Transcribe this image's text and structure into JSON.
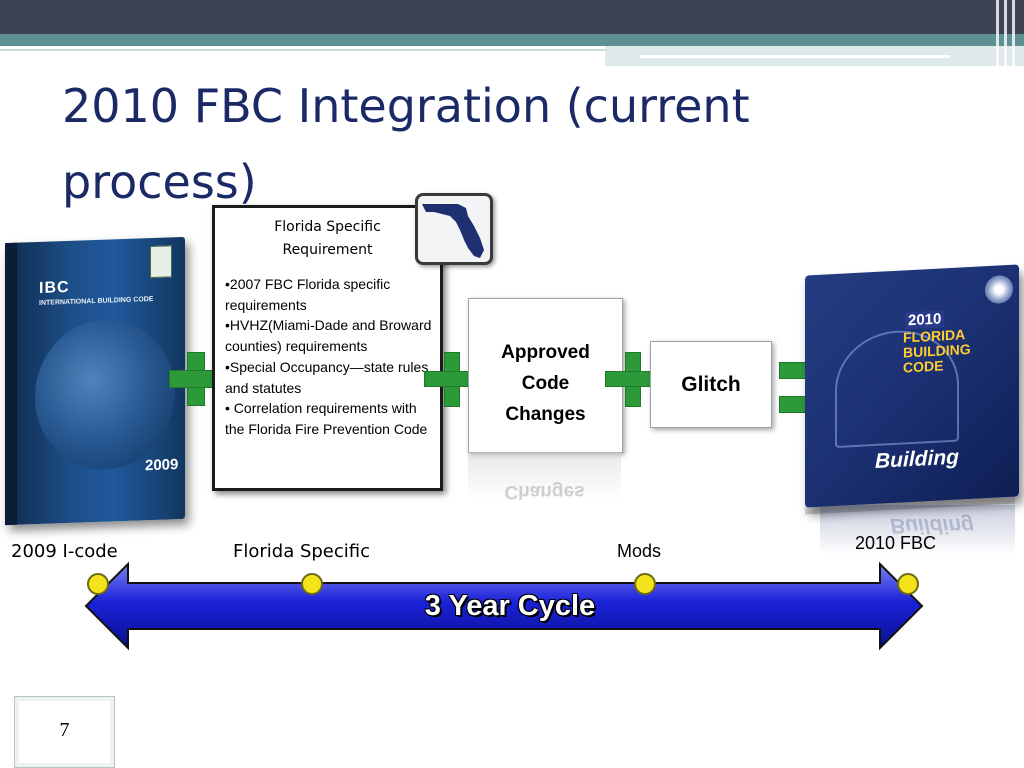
{
  "title": "2010 FBC Integration (current process)",
  "title_line1": "2010 FBC Integration (current",
  "title_line2": "process)",
  "ibc_book": {
    "logo": "IBC",
    "name": "INTERNATIONAL BUILDING CODE",
    "year": "2009"
  },
  "florida_box": {
    "heading_line1": "Florida Specific",
    "heading_line2": "Requirement",
    "items": [
      "•2007 FBC Florida specific requirements",
      "•HVHZ(Miami-Dade and Broward counties) requirements",
      "•Special Occupancy—state rules and statutes",
      "• Correlation requirements with the Florida Fire Prevention Code"
    ]
  },
  "approved_box": {
    "line1": "Approved",
    "line2": "Code",
    "line3": "Changes",
    "reflection": "Changes"
  },
  "glitch_box": {
    "label": "Glitch"
  },
  "fbc_book": {
    "year": "2010",
    "name_line1": "FLORIDA",
    "name_line2": "BUILDING",
    "name_line3": "CODE",
    "subtitle": "Building"
  },
  "timeline": {
    "label_icode": "2009 I-code",
    "label_florida": "Florida Specific",
    "label_mods": "Mods",
    "label_fbc": "2010 FBC",
    "cycle": "3 Year Cycle"
  },
  "colors": {
    "title": "#1b2a66",
    "arrow_blue": "#1a22d8",
    "plus_green": "#2d9a3a",
    "dot_yellow": "#f2e31c",
    "header_dark": "#3d4352",
    "header_teal": "#5d8f93"
  },
  "page_number": "7"
}
